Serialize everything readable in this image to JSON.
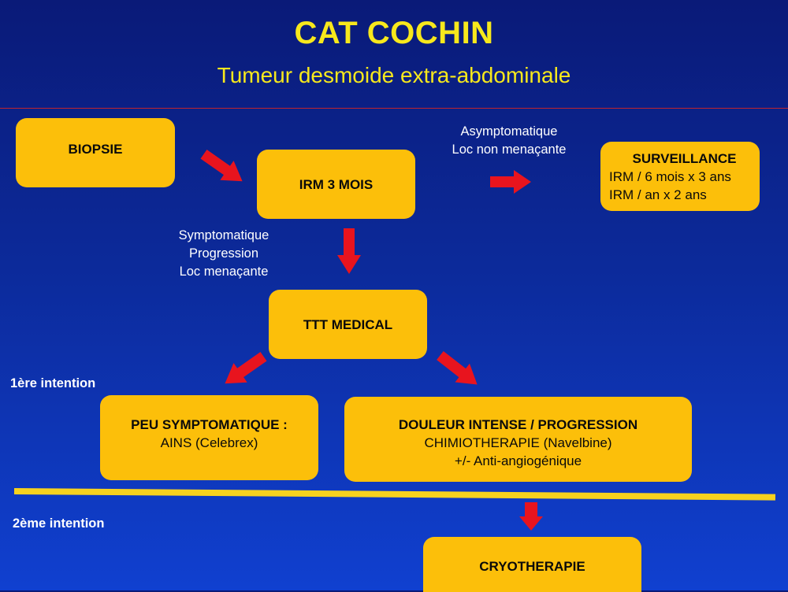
{
  "header": {
    "title": "CAT COCHIN",
    "subtitle": "Tumeur desmoide extra-abdominale"
  },
  "nodes": {
    "biopsie": "BIOPSIE",
    "irm": "IRM 3 MOIS",
    "surveillance": {
      "title": "SURVEILLANCE",
      "line1": "IRM / 6 mois x 3 ans",
      "line2": "IRM / an x 2 ans"
    },
    "ttt": "TTT MEDICAL",
    "peu": {
      "title": "PEU SYMPTOMATIQUE :",
      "line1": "AINS (Celebrex)"
    },
    "douleur": {
      "title": "DOULEUR INTENSE / PROGRESSION",
      "line1": "CHIMIOTHERAPIE (Navelbine)",
      "line2": "+/- Anti-angiogénique"
    },
    "cryo": "CRYOTHERAPIE"
  },
  "labels": {
    "asympt": [
      "Asymptomatique",
      "Loc non menaçante"
    ],
    "sympt": [
      "Symptomatique",
      "Progression",
      "Loc menaçante"
    ],
    "first_intention": "1ère intention",
    "second_intention": "2ème intention"
  },
  "colors": {
    "box": "#fcbf0a",
    "title": "#f7e81c",
    "arrow": "#e8141e",
    "background": "#0c2a9a"
  }
}
